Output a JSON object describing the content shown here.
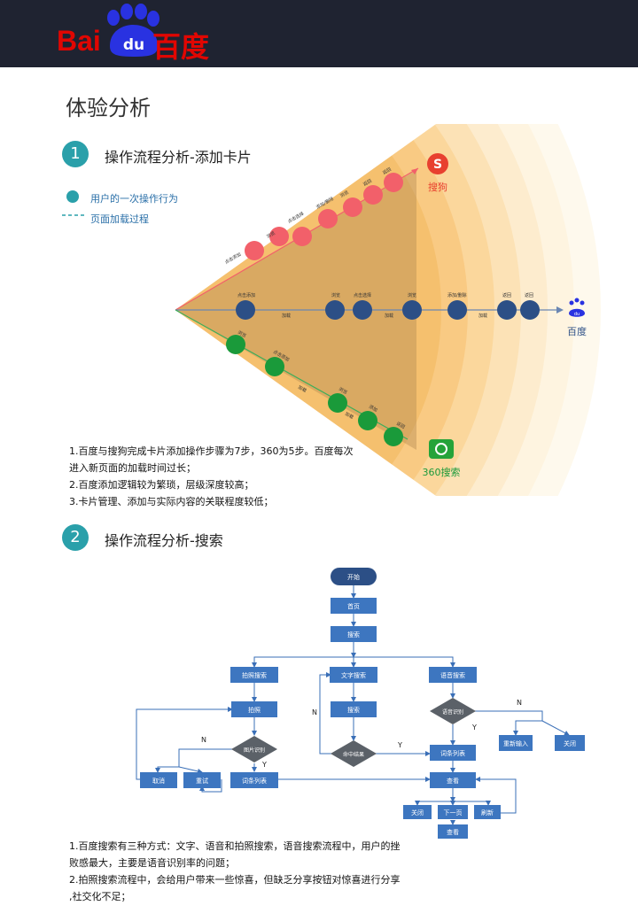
{
  "header": {
    "logo_text": "Bai",
    "logo_du": "du",
    "logo_cn": "百度",
    "bg_color": "#1f2331",
    "logo_color": "#e10602",
    "paw_color": "#2932e1"
  },
  "page_title": "体验分析",
  "section1": {
    "number": "1",
    "title": "操作流程分析-添加卡片",
    "legend": {
      "circle_label": "用户的一次操作行为",
      "dash_label": "页面加载过程"
    },
    "brands": {
      "sogou": "搜狗",
      "baidu": "百度",
      "s360": "360搜索"
    },
    "sogou_steps": [
      "点击添加",
      "浏览",
      "点击选择",
      "添加/删除",
      "浏览",
      "返回",
      "返回"
    ],
    "baidu_steps": [
      "点击添加",
      "浏览",
      "点击选择",
      "浏览",
      "添加/删除",
      "返回",
      "返回"
    ],
    "baidu_loads": [
      "加载",
      "加载",
      "加载"
    ],
    "s360_steps": [
      "浏览",
      "点击添加",
      "浏览",
      "添加",
      "返回"
    ],
    "s360_loads": [
      "加载",
      "加载"
    ],
    "colors": {
      "sogou": "#f2606a",
      "baidu": "#2c4f86",
      "s360": "#1a9a3a",
      "legend_circle": "#2aa0aa"
    },
    "notes": [
      "1.百度与搜狗完成卡片添加操作步骤为7步，360为5步。百度每次",
      "进入新页面的加载时间过长；",
      "2.百度添加逻辑较为繁琐，层级深度较高；",
      "3.卡片管理、添加与实际内容的关联程度较低；"
    ]
  },
  "section2": {
    "number": "2",
    "title": "操作流程分析-搜索",
    "flow": {
      "start": "开始",
      "home": "首页",
      "search": "搜索",
      "photo": "拍照搜索",
      "text": "文字搜索",
      "voice": "语音搜索",
      "shoot": "拍照",
      "text_search": "搜索",
      "voice_recog": "语音识别",
      "img_recog": "图片识别",
      "hit": "命中结果",
      "cancel": "取消",
      "retry": "重试",
      "photo_list": "词条列表",
      "text_list": "词条列表",
      "re_input": "重新输入",
      "voice_close": "关闭",
      "view": "查看",
      "close": "关闭",
      "next_page": "下一页",
      "refresh": "刷新",
      "view2": "查看",
      "y": "Y",
      "n": "N"
    },
    "notes": [
      "1.百度搜索有三种方式：文字、语音和拍照搜索，语音搜索流程中，用户的挫",
      "败感最大，主要是语音识别率的问题；",
      "2.拍照搜索流程中，会给用户带来一些惊喜，但缺乏分享按钮对惊喜进行分享",
      ",社交化不足；"
    ]
  }
}
